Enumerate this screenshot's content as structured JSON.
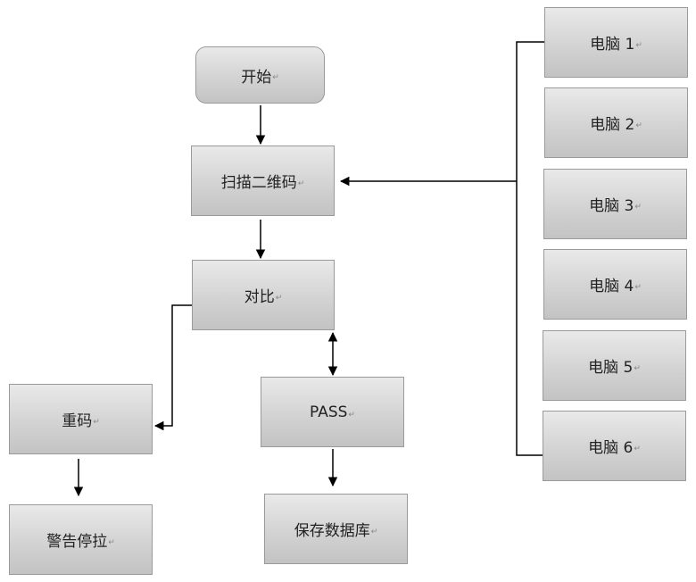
{
  "nodes": {
    "start": "开始",
    "scan": "扫描二维码",
    "compare": "对比",
    "duplicate": "重码",
    "alarm": "警告停拉",
    "pass": "PASS",
    "save": "保存数据库",
    "pc1": "电脑 1",
    "pc2": "电脑 2",
    "pc3": "电脑 3",
    "pc4": "电脑 4",
    "pc5": "电脑 5",
    "pc6": "电脑 6"
  },
  "paragraph_mark": "↵"
}
